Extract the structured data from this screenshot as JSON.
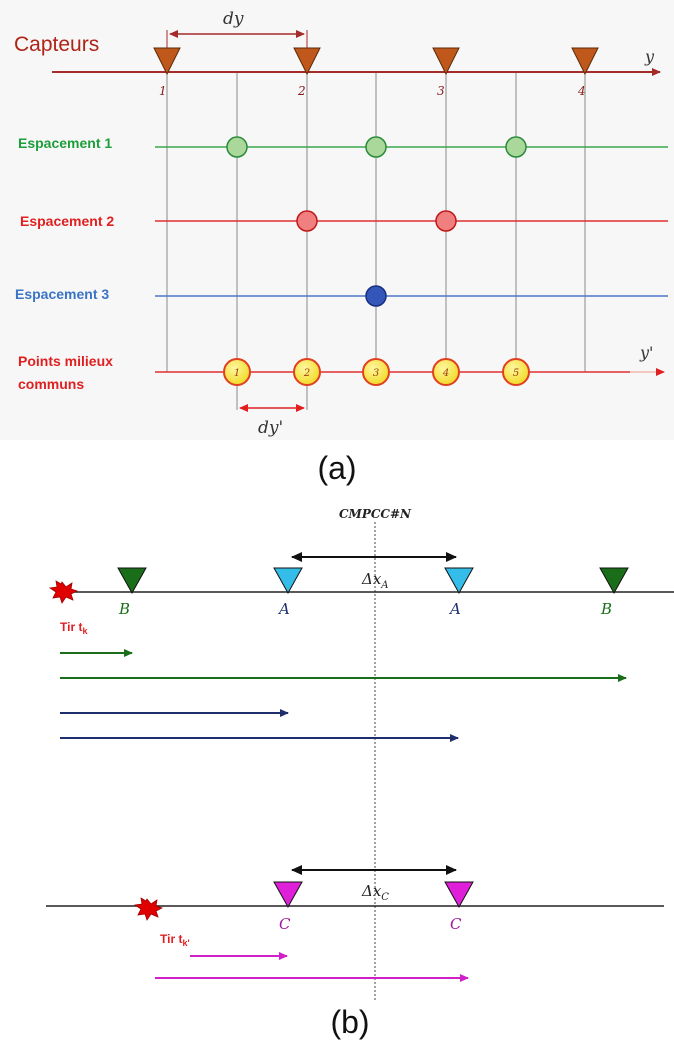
{
  "panel_a": {
    "title": "Capteurs",
    "axis_y": "y",
    "axis_y_prime": "y'",
    "dy": "dy",
    "dy_prime": "dy'",
    "sensor_numbers": [
      "1",
      "2",
      "3",
      "4"
    ],
    "rows": [
      {
        "label": "Espacement 1",
        "color": "#1e9e3a",
        "fill": "#a9d89a"
      },
      {
        "label": "Espacement 2",
        "color": "#e02020",
        "fill": "#f08080"
      },
      {
        "label": "Espacement 3",
        "color": "#3b74c4",
        "fill": "#3456b8"
      }
    ],
    "midpoints_label_line1": "Points milieux",
    "midpoints_label_line2": "communs",
    "midpoint_numbers": [
      "1",
      "2",
      "3",
      "4",
      "5"
    ],
    "caption": "(a)"
  },
  "panel_b": {
    "title": "CMPCC#N",
    "delta_a": "Δx",
    "delta_a_sub": "A",
    "delta_c": "Δx",
    "delta_c_sub": "C",
    "receivers_top": [
      "B",
      "A",
      "A",
      "B"
    ],
    "receivers_bottom": [
      "C",
      "C"
    ],
    "shot_top": "Tir t",
    "shot_top_sub": "k",
    "shot_bottom": "Tir t",
    "shot_bottom_sub": "k'",
    "caption": "(b)"
  },
  "colors": {
    "sensor": "#c0581c",
    "dark_red": "#a52a2a",
    "green": "#1a6e1a",
    "cyan": "#33bde8",
    "magenta": "#e020d8",
    "navy": "#1f2f6e",
    "midpoint_fill": "#f5e64a"
  }
}
